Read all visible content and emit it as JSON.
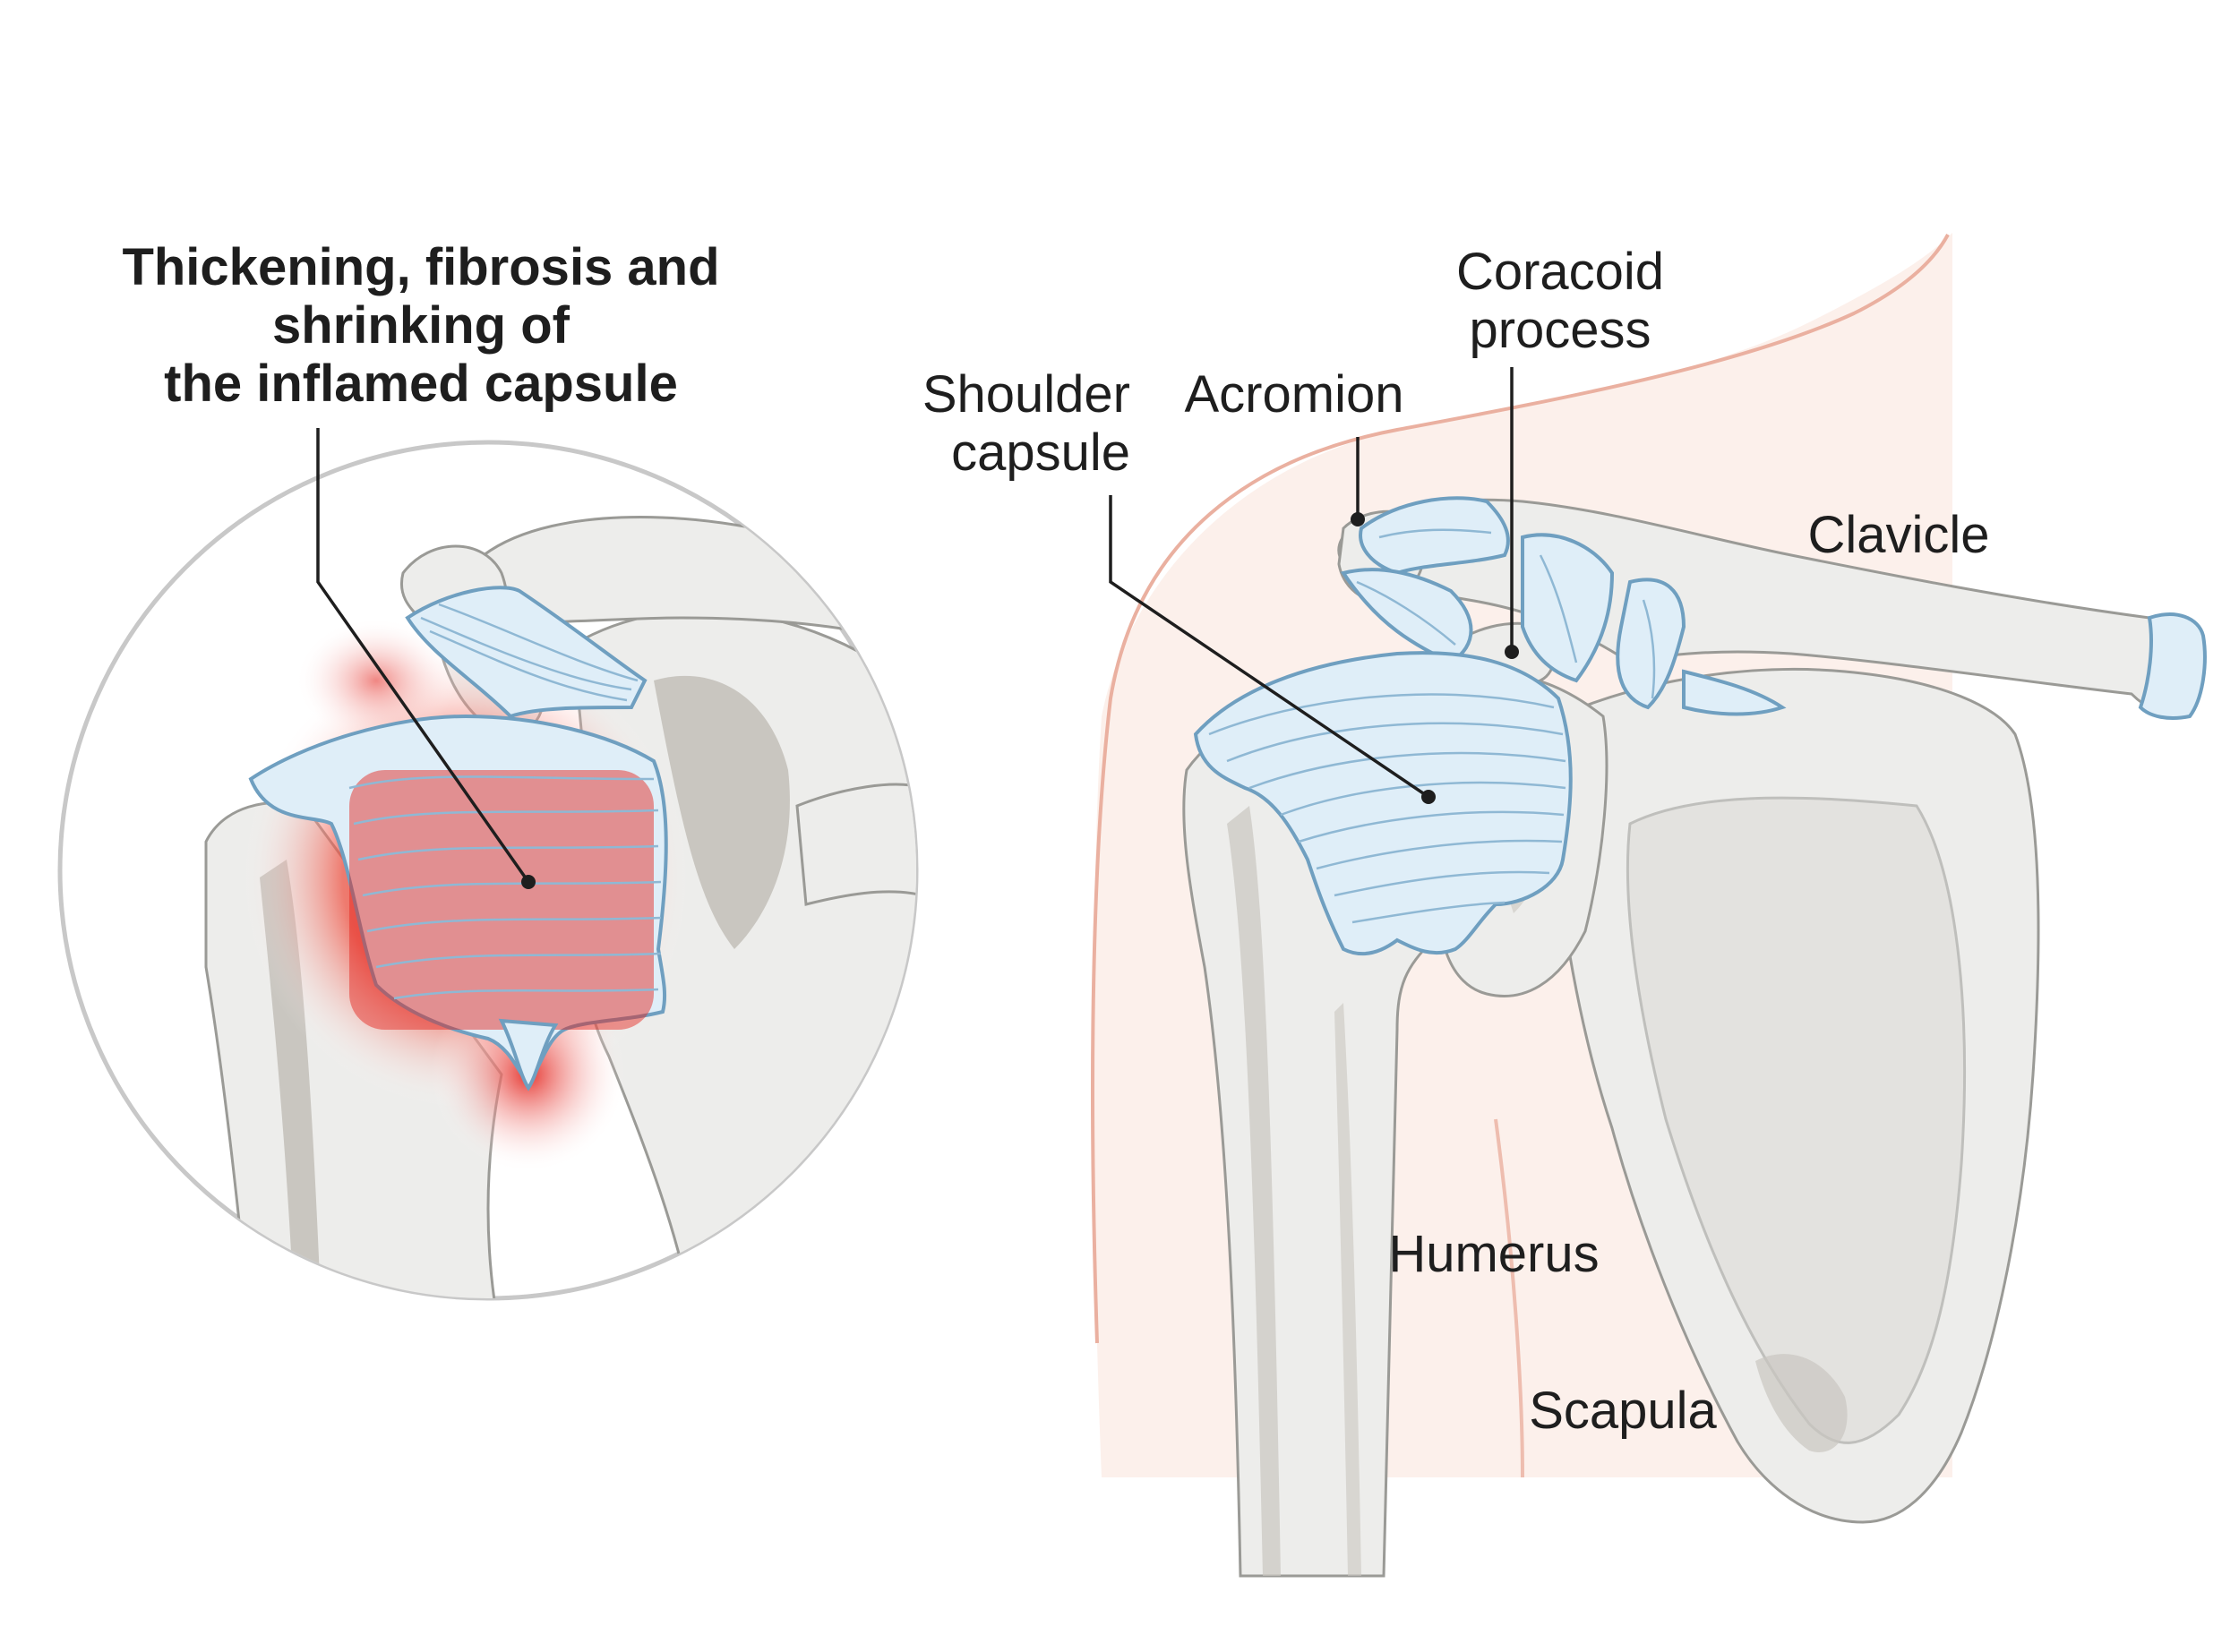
{
  "inset": {
    "title_lines": [
      "Thickening, fibrosis and",
      "shrinking of",
      "the inflamed capsule"
    ]
  },
  "labels": {
    "coracoid_lines": [
      "Coracoid",
      "process"
    ],
    "shoulder_capsule_lines": [
      "Shoulder",
      "capsule"
    ],
    "acromion": "Acromion",
    "clavicle": "Clavicle",
    "humerus": "Humerus",
    "scapula": "Scapula"
  },
  "colors": {
    "inflammation": "#e3221b",
    "capsule_fill": "#dfeef8",
    "capsule_outline": "#6f9fc0",
    "bone": "#ededeb",
    "skin": "#fbe9e3"
  }
}
